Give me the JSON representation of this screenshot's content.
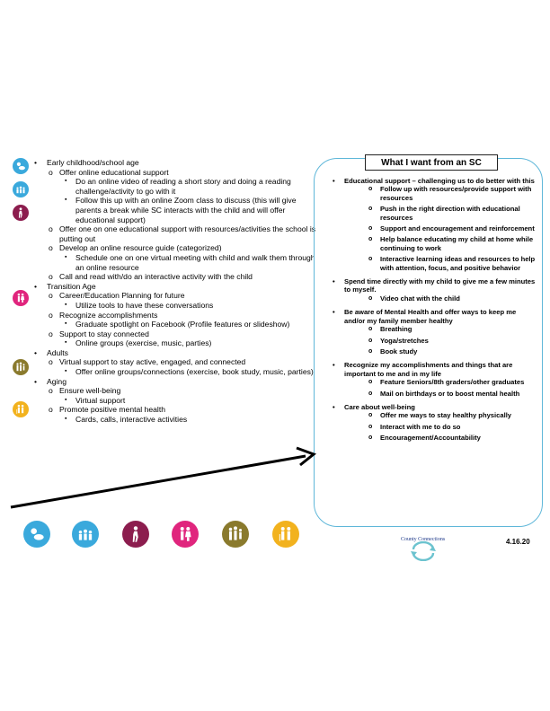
{
  "colors": {
    "blue": "#3aa9dc",
    "plum": "#8c1d4e",
    "magenta": "#e0257d",
    "olive": "#8a7a2d",
    "gold": "#f2b21e",
    "box_border": "#5fb7d9",
    "logo_blue": "#1f3a8a",
    "logo_teal": "#6cc3cf"
  },
  "side_icons": [
    "baby-icon",
    "kids-icon",
    "walking-person-icon",
    "couple-icon",
    "family-icon",
    "elderly-couple-icon"
  ],
  "bottom_icons": [
    "baby-icon",
    "kids-group-icon",
    "walking-person-icon",
    "couple-icon",
    "family-group-icon",
    "elderly-couple-icon"
  ],
  "left": {
    "items": [
      {
        "level": 0,
        "text": "Early childhood/school age"
      },
      {
        "level": 1,
        "text": "Offer online educational support"
      },
      {
        "level": 2,
        "text": "Do an online video of reading a short story and doing a reading challenge/activity to go with it"
      },
      {
        "level": 2,
        "text": "Follow this up with an online Zoom class to discuss (this will give parents a break while SC interacts with the child and will offer educational support)"
      },
      {
        "level": 1,
        "text": "Offer one on one educational support with resources/activities the school is putting out"
      },
      {
        "level": 1,
        "text": "Develop an online resource guide (categorized)"
      },
      {
        "level": 2,
        "text": "Schedule one on one virtual meeting with child and walk them through an online resource"
      },
      {
        "level": 1,
        "text": "Call and read with/do an interactive activity with the child"
      },
      {
        "level": 0,
        "text": "Transition Age"
      },
      {
        "level": 1,
        "text": "Career/Education Planning for future"
      },
      {
        "level": 2,
        "text": "Utilize tools to have these conversations"
      },
      {
        "level": 1,
        "text": "Recognize accomplishments"
      },
      {
        "level": 2,
        "text": "Graduate spotlight on Facebook (Profile features or slideshow)"
      },
      {
        "level": 1,
        "text": "Support to stay connected"
      },
      {
        "level": 2,
        "text": "Online groups (exercise, music, parties)"
      },
      {
        "level": 0,
        "text": "Adults"
      },
      {
        "level": 1,
        "text": "Virtual support to stay active, engaged, and connected"
      },
      {
        "level": 2,
        "text": "Offer online groups/connections (exercise, book study, music, parties)"
      },
      {
        "level": 0,
        "text": "Aging"
      },
      {
        "level": 1,
        "text": "Ensure well-being"
      },
      {
        "level": 2,
        "text": "Virtual support"
      },
      {
        "level": 1,
        "text": "Promote positive mental health"
      },
      {
        "level": 2,
        "text": "Cards, calls, interactive activities"
      }
    ]
  },
  "right": {
    "title": "What I want from an SC",
    "items": [
      {
        "level": 0,
        "text": "Educational support – challenging us to do better with this"
      },
      {
        "level": 1,
        "text": "Follow up with resources/provide support with resources"
      },
      {
        "level": 1,
        "text": "Push in the right direction with educational resources"
      },
      {
        "level": 1,
        "text": "Support and encouragement and reinforcement"
      },
      {
        "level": 1,
        "text": "Help balance educating my child at home while continuing to work"
      },
      {
        "level": 1,
        "text": "Interactive learning ideas and resources  to help with attention, focus, and positive behavior"
      },
      {
        "level": 0,
        "text": "Spend time directly with my child to give me a few minutes to myself."
      },
      {
        "level": 1,
        "text": "Video chat with the child"
      },
      {
        "level": 0,
        "text": "Be aware of Mental Health and offer ways to keep me and/or my family member healthy"
      },
      {
        "level": 1,
        "text": "Breathing"
      },
      {
        "level": 1,
        "text": "Yoga/stretches"
      },
      {
        "level": 1,
        "text": "Book study"
      },
      {
        "level": 0,
        "text": "Recognize my accomplishments and things that are important to me and in my life"
      },
      {
        "level": 1,
        "text": "Feature Seniors/8th graders/other graduates"
      },
      {
        "level": 1,
        "text": "Mail on birthdays or to boost mental health"
      },
      {
        "level": 0,
        "text": "Care about well-being"
      },
      {
        "level": 1,
        "text": "Offer me ways to stay healthy physically"
      },
      {
        "level": 1,
        "text": "Interact with me to do so"
      },
      {
        "level": 1,
        "text": "Encouragement/Accountability"
      }
    ]
  },
  "footer": {
    "logo_text": "County Connections",
    "date": "4.16.20"
  }
}
